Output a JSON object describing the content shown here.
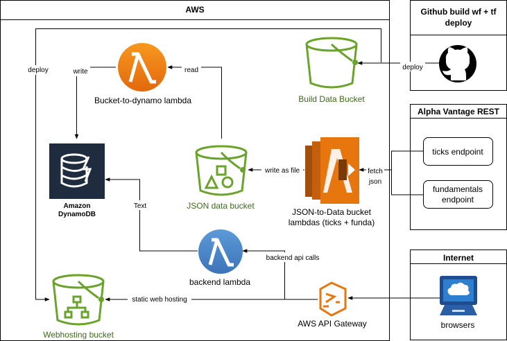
{
  "regions": {
    "aws": "AWS",
    "github": "Github build wf + tf deploy",
    "alpha": "Alpha Vantage REST",
    "internet": "Internet"
  },
  "nodes": {
    "lambda_b2d": "Bucket-to-dynamo lambda",
    "build_bucket": "Build Data Bucket",
    "dynamodb_line1": "Amazon",
    "dynamodb_line2": "DynamoDB",
    "json_bucket": "JSON data bucket",
    "j2d_line1": "JSON-to-Data bucket",
    "j2d_line2": "lambdas (ticks + funda)",
    "backend_lambda": "backend lambda",
    "web_bucket": "Webhosting bucket",
    "api_gateway": "AWS API Gateway",
    "ticks_endpoint": "ticks endpoint",
    "fund_line1": "fundamentals",
    "fund_line2": "endpoint",
    "browsers": "browsers"
  },
  "edges": {
    "deploy_left": "deploy",
    "deploy_github": "deploy",
    "write": "write",
    "read": "read",
    "write_as_file": "write as file",
    "fetch": "fetch",
    "json": "json",
    "text": "Text",
    "backend_api_calls": "backend api calls",
    "static_web_hosting": "static web hosting"
  },
  "colors": {
    "lambda_orange": "#e8760f",
    "lambda_blue": "#4a86c8",
    "bucket_green": "#6aa329",
    "api_orange": "#e8760f",
    "dynamo_bg": "#1f2b3e"
  }
}
